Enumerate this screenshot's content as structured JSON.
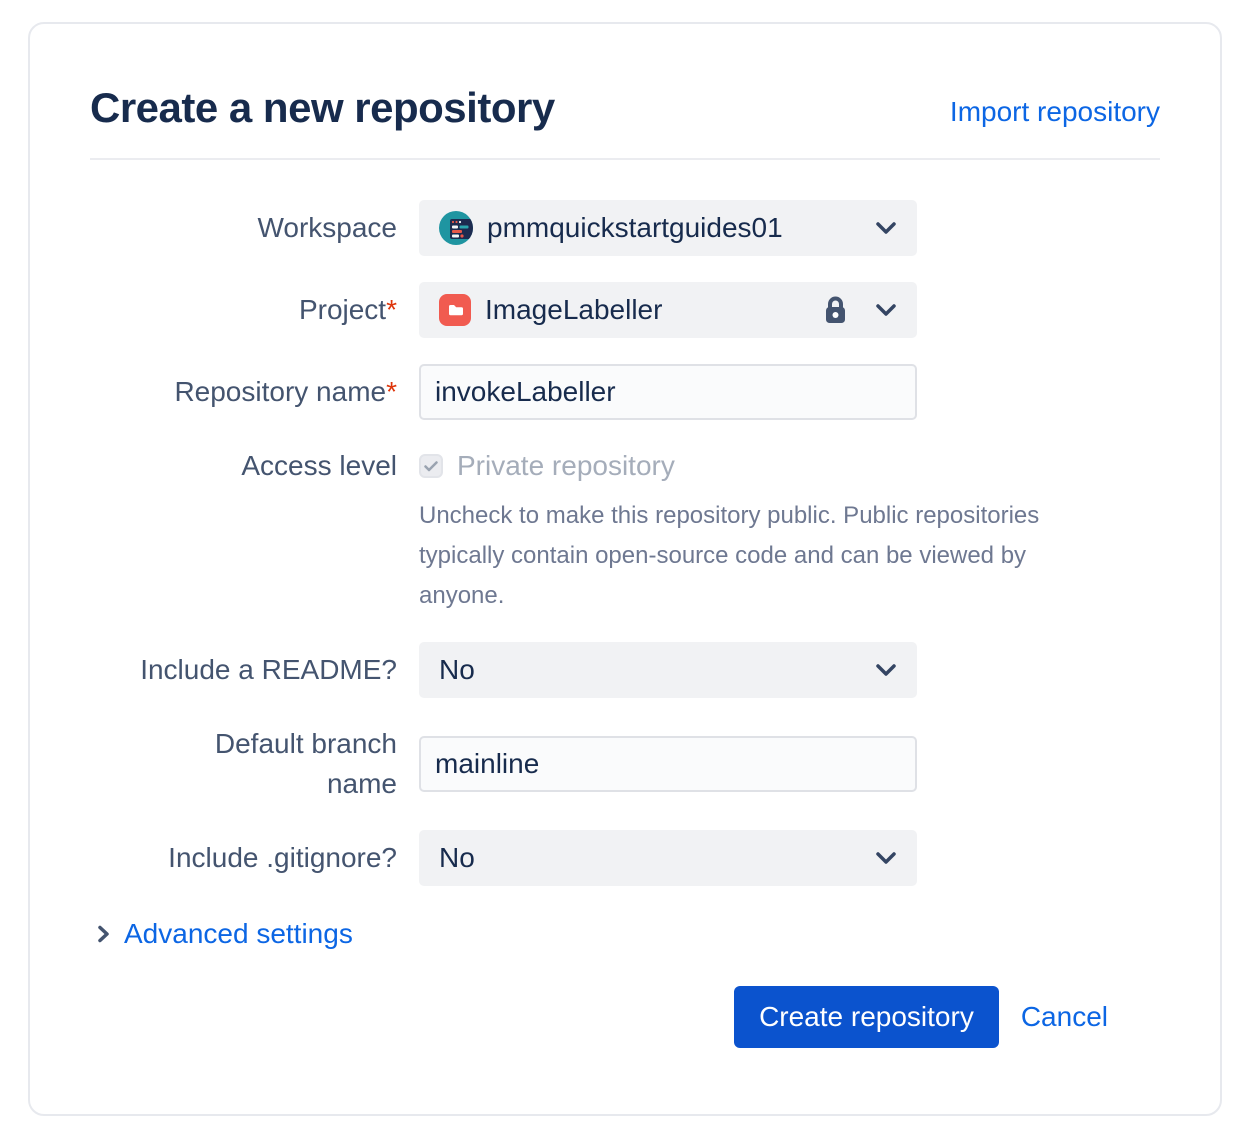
{
  "header": {
    "title": "Create a new repository",
    "import_link": "Import repository"
  },
  "form": {
    "workspace": {
      "label": "Workspace",
      "value": "pmmquickstartguides01"
    },
    "project": {
      "label": "Project",
      "required_marker": "*",
      "value": "ImageLabeller",
      "locked": true
    },
    "repository_name": {
      "label": "Repository name",
      "required_marker": "*",
      "value": "invokeLabeller"
    },
    "access_level": {
      "label": "Access level",
      "checkbox_label": "Private repository",
      "checkbox_checked": true,
      "checkbox_disabled": true,
      "help_text": "Uncheck to make this repository public. Public repositories typically contain open-source code and can be viewed by anyone."
    },
    "include_readme": {
      "label": "Include a README?",
      "value": "No"
    },
    "default_branch": {
      "label": "Default branch name",
      "value": "mainline"
    },
    "include_gitignore": {
      "label": "Include .gitignore?",
      "value": "No"
    },
    "advanced_settings_label": "Advanced settings"
  },
  "actions": {
    "create_label": "Create repository",
    "cancel_label": "Cancel"
  },
  "icons": {
    "workspace_avatar": "workspace-avatar",
    "project_folder": "folder-icon",
    "project_lock": "lock-icon",
    "select_chevron": "chevron-down-icon",
    "advanced_chevron": "chevron-right-icon",
    "checkbox_check": "check-icon"
  },
  "colors": {
    "title_text": "#172B4D",
    "label_text": "#44546F",
    "link_blue": "#0C66E4",
    "button_blue": "#0B53CE",
    "required_red": "#DE350B",
    "select_bg": "#F1F2F4",
    "input_bg": "#FAFBFC",
    "input_border": "#DFE1E6",
    "muted_text": "#A5ADBA",
    "help_text": "#6E7891",
    "avatar_teal": "#1F95A1",
    "folder_red": "#F15B50",
    "divider": "#EBECF0"
  }
}
